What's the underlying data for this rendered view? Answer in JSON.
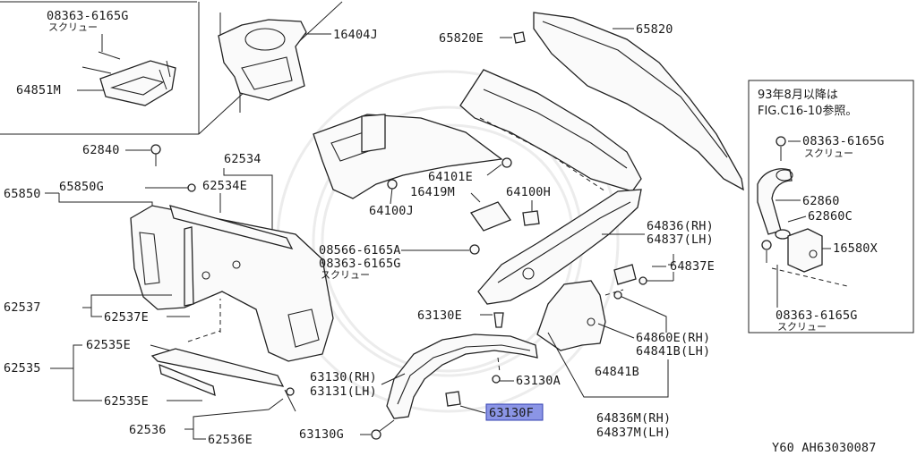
{
  "labels": {
    "screw_part_top": "08363-6165G",
    "screw_word_top": "スクリュー",
    "bracket_part": "64851M",
    "cover_part": "16404J",
    "bolt_62840": "62840",
    "part_62534": "62534",
    "part_62534E": "62534E",
    "part_65850": "65850",
    "part_65850G": "65850G",
    "part_62537": "62537",
    "part_62537E": "62537E",
    "part_62535": "62535",
    "part_62535E_a": "62535E",
    "part_62535E_b": "62535E",
    "part_62536": "62536",
    "part_62536E": "62536E",
    "part_65820E": "65820E",
    "part_65820": "65820",
    "part_64101E": "64101E",
    "part_16419M": "16419M",
    "part_64100H": "64100H",
    "part_64100J": "64100J",
    "screw_a": "08566-6165A",
    "screw_b": "08363-6165G",
    "screw_word_mid": "スクリュー",
    "part_64836RH": "64836(RH)",
    "part_64837LH": "64837(LH)",
    "part_64837E": "64837E",
    "part_63130E": "63130E",
    "part_64860E": "64860E(RH)",
    "part_64841B_lh": "64841B(LH)",
    "part_63130RH": "63130(RH)",
    "part_63131LH": "63131(LH)",
    "part_63130A": "63130A",
    "part_64841B": "64841B",
    "part_63130F": "63130F",
    "part_63130G": "63130G",
    "part_64836M": "64836M(RH)",
    "part_64837M": "64837M(LH)",
    "inset_note_1": "93年8月以降は",
    "inset_note_2": "FIG.C16-10参照。",
    "inset_screw_top": "08363-6165G",
    "inset_screw_top_word": "スクリュー",
    "part_62860": "62860",
    "part_62860C": "62860C",
    "part_16580X": "16580X",
    "inset_screw_bot": "08363-6165G",
    "inset_screw_bot_word": "スクリュー",
    "footer_code": "Y60  AH63030087"
  },
  "colors": {
    "ink": "#1a1a1a",
    "highlight_fill": "#8b95e6",
    "highlight_border": "#3340b0"
  }
}
